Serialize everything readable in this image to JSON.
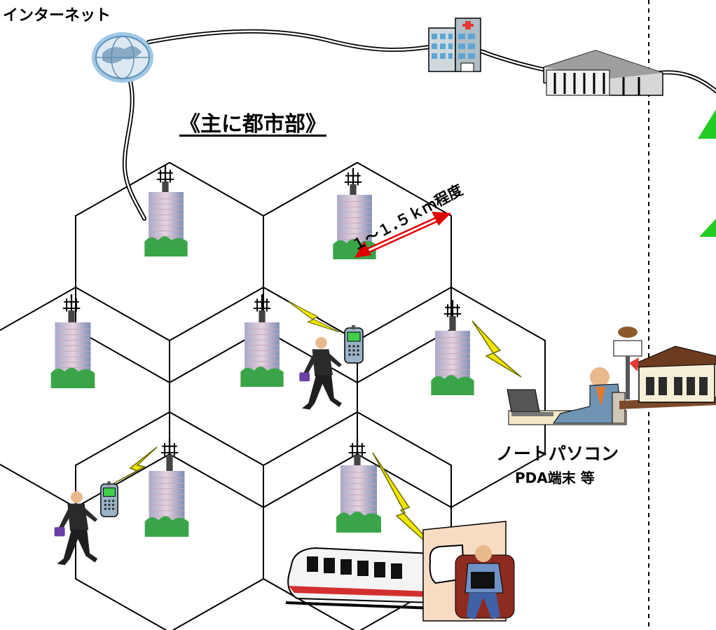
{
  "labels": {
    "internet": "インターネット",
    "region_title": "《主に都市部》",
    "cell_range": "１～１.５ｋｍ程度",
    "device_line1": "ノートパソコン",
    "device_line2": "PDA端末 等"
  },
  "icons": {
    "cloud": "globe-icon",
    "tower": "antenna-tower-icon",
    "building": "office-building-icon",
    "signal": "lightning-signal-icon",
    "train": "train-icon",
    "person": "walking-businessman-icon",
    "phone": "mobile-phone-icon",
    "laptop": "laptop-user-icon",
    "shop": "burger-shop-icon",
    "hospital": "hospital-icon",
    "datacenter": "data-center-icon"
  },
  "colors": {
    "hex_line": "#000000",
    "range_arrow": "#e00000",
    "signal": "#f2e600",
    "signal_outline": "#6b6b00",
    "green_marker": "#22cc22"
  }
}
